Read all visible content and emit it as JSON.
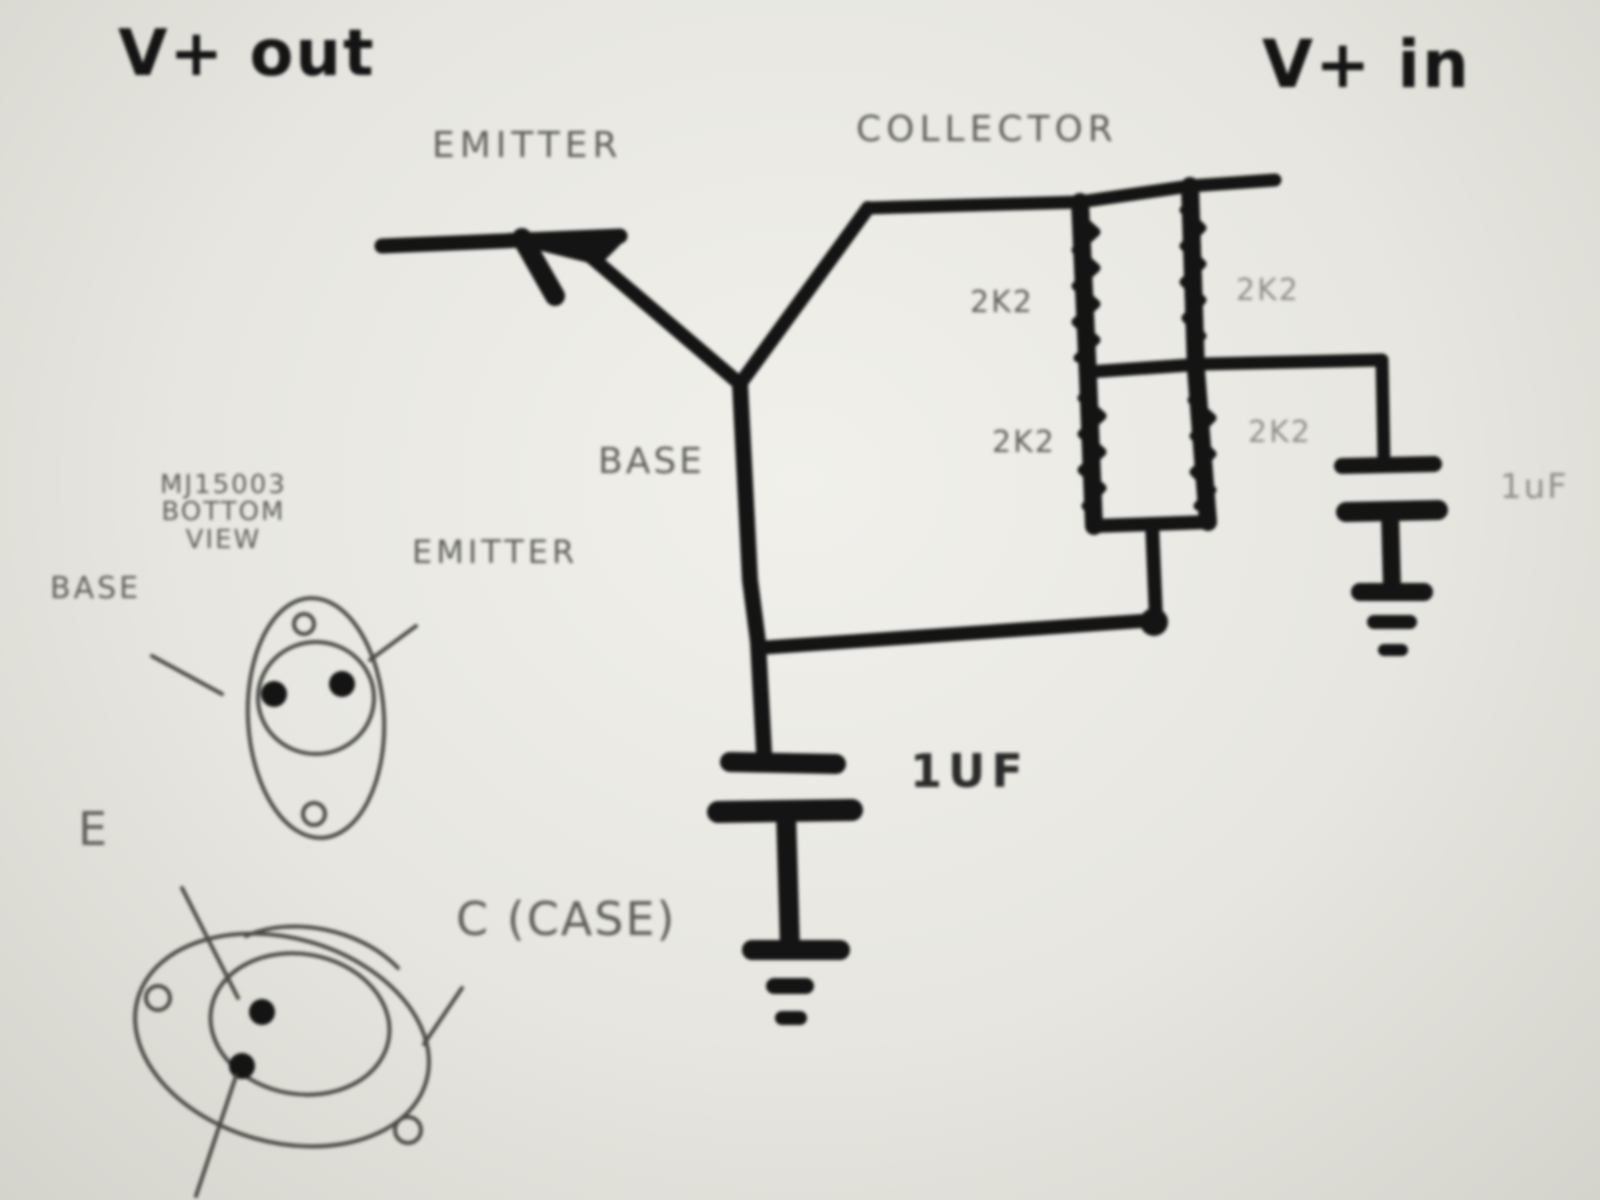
{
  "labels": {
    "v_out": "V+ out",
    "v_in": "V+ in",
    "emitter": "EMITTER",
    "collector": "COLLECTOR",
    "base": "BASE",
    "resistor_left_top": "2K2",
    "resistor_right_top": "2K2",
    "resistor_left_bottom": "2K2",
    "resistor_right_bottom": "2K2",
    "capacitor_right": "1uF",
    "capacitor_main": "1UF",
    "part_line1": "MJ15003",
    "part_line2": "BOTTOM",
    "part_line3": "VIEW",
    "pin_base": "BASE",
    "pin_emitter": "EMITTER",
    "pin_e": "E",
    "pin_case": "C (CASE)"
  },
  "colors": {
    "ink": "#141414",
    "paper": "#ecebe6",
    "pencil": "#5e5e5a"
  }
}
